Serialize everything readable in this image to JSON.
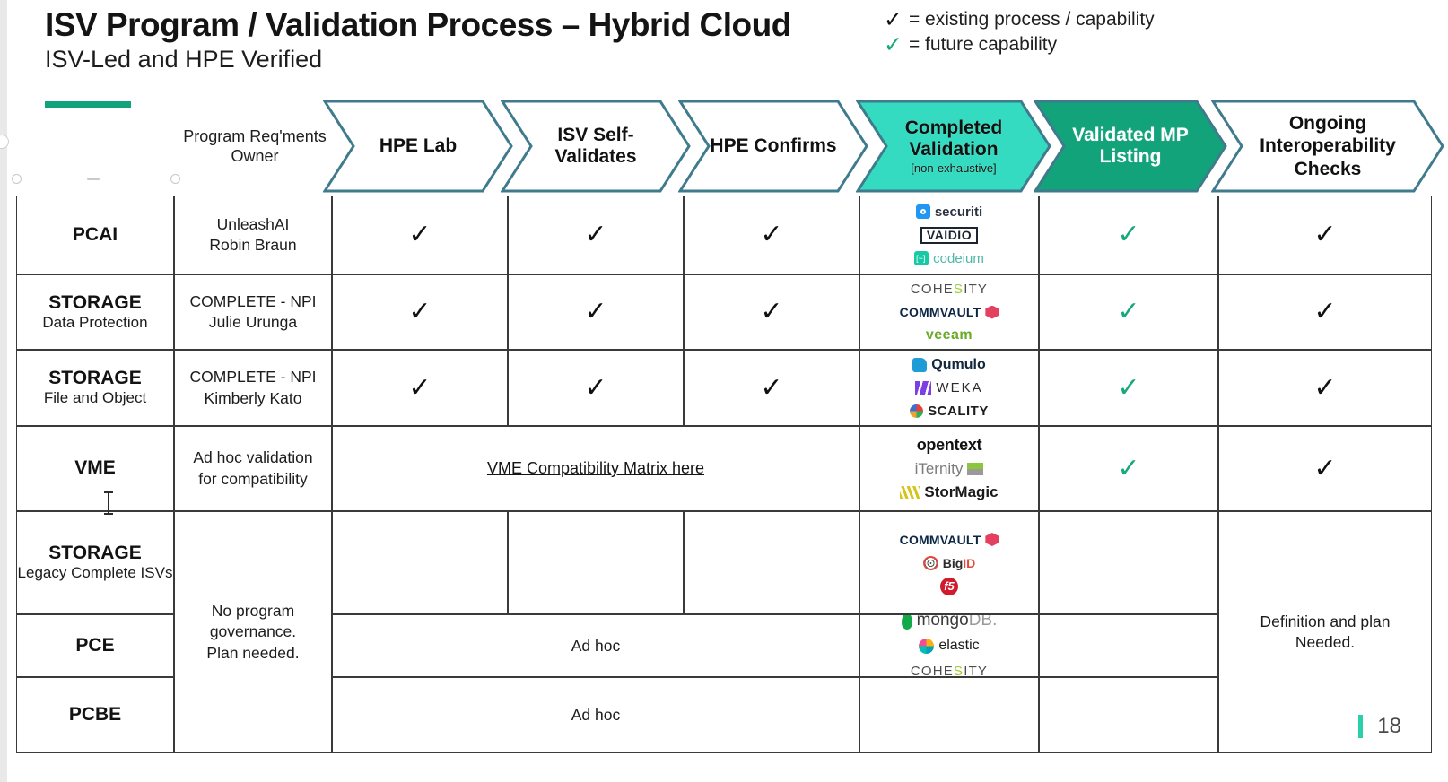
{
  "slide": {
    "title": "ISV Program / Validation Process – Hybrid Cloud",
    "subtitle": "ISV-Led and HPE Verified",
    "page_number": "18"
  },
  "legend": {
    "existing": "= existing process / capability",
    "future": "= future capability",
    "existing_icon": "check-black",
    "future_icon": "check-green"
  },
  "colors": {
    "accent_green": "#12a37a",
    "mint": "#35dbc0",
    "chevron_outline": "#3f7b8c",
    "check_green": "#18a87c",
    "check_black": "#111111"
  },
  "header": {
    "owner_label": "Program Req'ments Owner",
    "stages": [
      {
        "label": "HPE Lab",
        "sub": "",
        "style": "outline"
      },
      {
        "label": "ISV Self-Validates",
        "sub": "",
        "style": "outline"
      },
      {
        "label": "HPE Confirms",
        "sub": "",
        "style": "outline"
      },
      {
        "label": "Completed Validation",
        "sub": "[non-exhaustive]",
        "style": "mint"
      },
      {
        "label": "Validated MP Listing",
        "sub": "",
        "style": "dark"
      },
      {
        "label": "Ongoing Interoperability Checks",
        "sub": "",
        "style": "outline"
      }
    ]
  },
  "rows": [
    {
      "name": "PCAI",
      "name_sub": "",
      "owner": "UnleashAI",
      "owner2": "Robin Braun",
      "hpe_lab": "check-black",
      "isv_self": "check-black",
      "hpe_confirms": "check-black",
      "validated_mp": "check-green",
      "ongoing": "check-black",
      "logos": [
        {
          "name": "securiti",
          "text": "securiti"
        },
        {
          "name": "vaidio",
          "text": "VAIDIO"
        },
        {
          "name": "codeium",
          "text": "codeium"
        }
      ]
    },
    {
      "name": "STORAGE",
      "name_sub": "Data Protection",
      "owner": "COMPLETE - NPI",
      "owner2": "Julie Urunga",
      "hpe_lab": "check-black",
      "isv_self": "check-black",
      "hpe_confirms": "check-black",
      "validated_mp": "check-green",
      "ongoing": "check-black",
      "logos": [
        {
          "name": "cohesity",
          "text": "COHESITY"
        },
        {
          "name": "commvault",
          "text": "COMMVAULT"
        },
        {
          "name": "veeam",
          "text": "veeam"
        }
      ]
    },
    {
      "name": "STORAGE",
      "name_sub": "File and Object",
      "owner": "COMPLETE - NPI",
      "owner2": "Kimberly Kato",
      "hpe_lab": "check-black",
      "isv_self": "check-black",
      "hpe_confirms": "check-black",
      "validated_mp": "check-green",
      "ongoing": "check-black",
      "logos": [
        {
          "name": "qumulo",
          "text": "Qumulo"
        },
        {
          "name": "weka",
          "text": "WEKA"
        },
        {
          "name": "scality",
          "text": "SCALITY"
        }
      ]
    },
    {
      "name": "VME",
      "name_sub": "",
      "owner": "Ad hoc validation",
      "owner2": "for compatibility",
      "merged_link": "VME Compatibility Matrix here",
      "validated_mp": "check-green",
      "ongoing": "check-black",
      "logos": [
        {
          "name": "opentext",
          "text": "opentext"
        },
        {
          "name": "iternity",
          "text": "iTernity"
        },
        {
          "name": "stormagic",
          "text": "StorMagic"
        }
      ]
    },
    {
      "name": "STORAGE",
      "name_sub": "Legacy Complete ISVs",
      "owner": "",
      "hpe_lab": "",
      "isv_self": "",
      "hpe_confirms": "",
      "validated_mp": "",
      "ongoing": "",
      "logos": [
        {
          "name": "commvault",
          "text": "COMMVAULT"
        },
        {
          "name": "bigid",
          "text": "BigID"
        },
        {
          "name": "f5",
          "text": "f5"
        }
      ]
    },
    {
      "name": "PCE",
      "name_sub": "",
      "owner": "",
      "merged_text": "Ad hoc",
      "validated_mp": "",
      "ongoing": "",
      "logos": [
        {
          "name": "mongodb",
          "text": "mongoDB."
        },
        {
          "name": "elastic",
          "text": "elastic"
        },
        {
          "name": "cohesity",
          "text": "COHESITY"
        }
      ]
    },
    {
      "name": "PCBE",
      "name_sub": "",
      "owner": "",
      "merged_text": "Ad hoc",
      "validated_mp": "",
      "ongoing": "",
      "logos": []
    }
  ],
  "merged_cells": {
    "owner_no_governance_line1": "No program",
    "owner_no_governance_line2": "governance.",
    "owner_no_governance_line3": "Plan needed.",
    "ongoing_definition_line1": "Definition and plan",
    "ongoing_definition_line2": "Needed."
  }
}
